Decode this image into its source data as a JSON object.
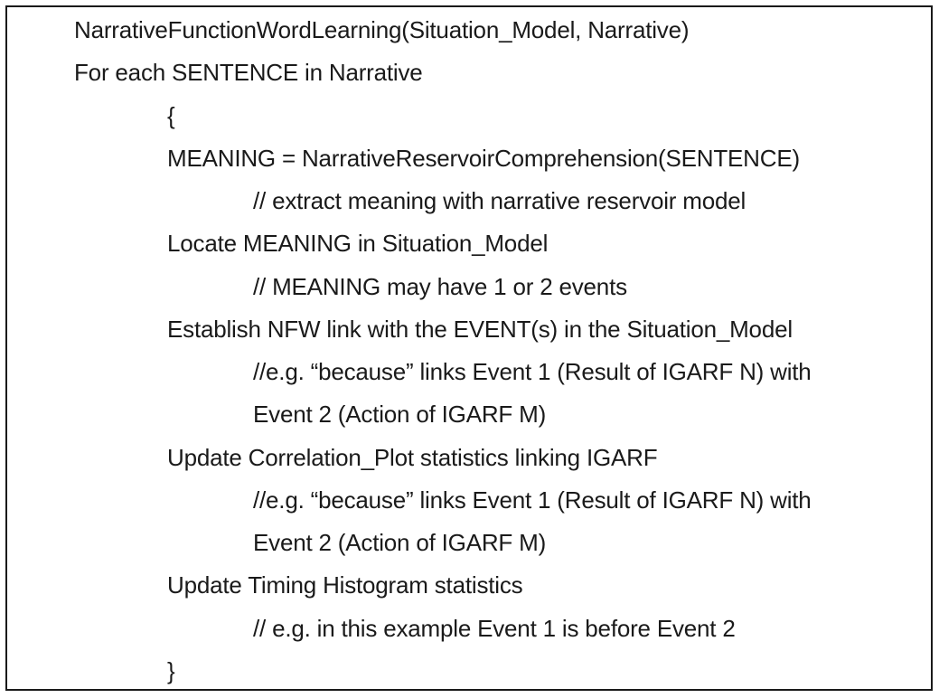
{
  "pseudocode": {
    "lines": [
      "NarrativeFunctionWordLearning(Situation_Model, Narrative)",
      "For each SENTENCE in Narrative",
      "{",
      "MEANING = NarrativeReservoirComprehension(SENTENCE)",
      "// extract meaning with narrative reservoir model",
      "Locate MEANING in Situation_Model",
      "// MEANING may have 1 or 2 events",
      "Establish NFW link with the EVENT(s) in the Situation_Model",
      "//e.g. “because” links Event 1 (Result of IGARF N) with",
      "Event 2 (Action of IGARF M)",
      "Update Correlation_Plot statistics linking IGARF",
      "//e.g. “because” links Event 1 (Result of IGARF N) with",
      "Event 2 (Action of IGARF M)",
      "Update Timing Histogram statistics",
      "// e.g. in this example Event 1 is before Event 2",
      "}"
    ]
  }
}
